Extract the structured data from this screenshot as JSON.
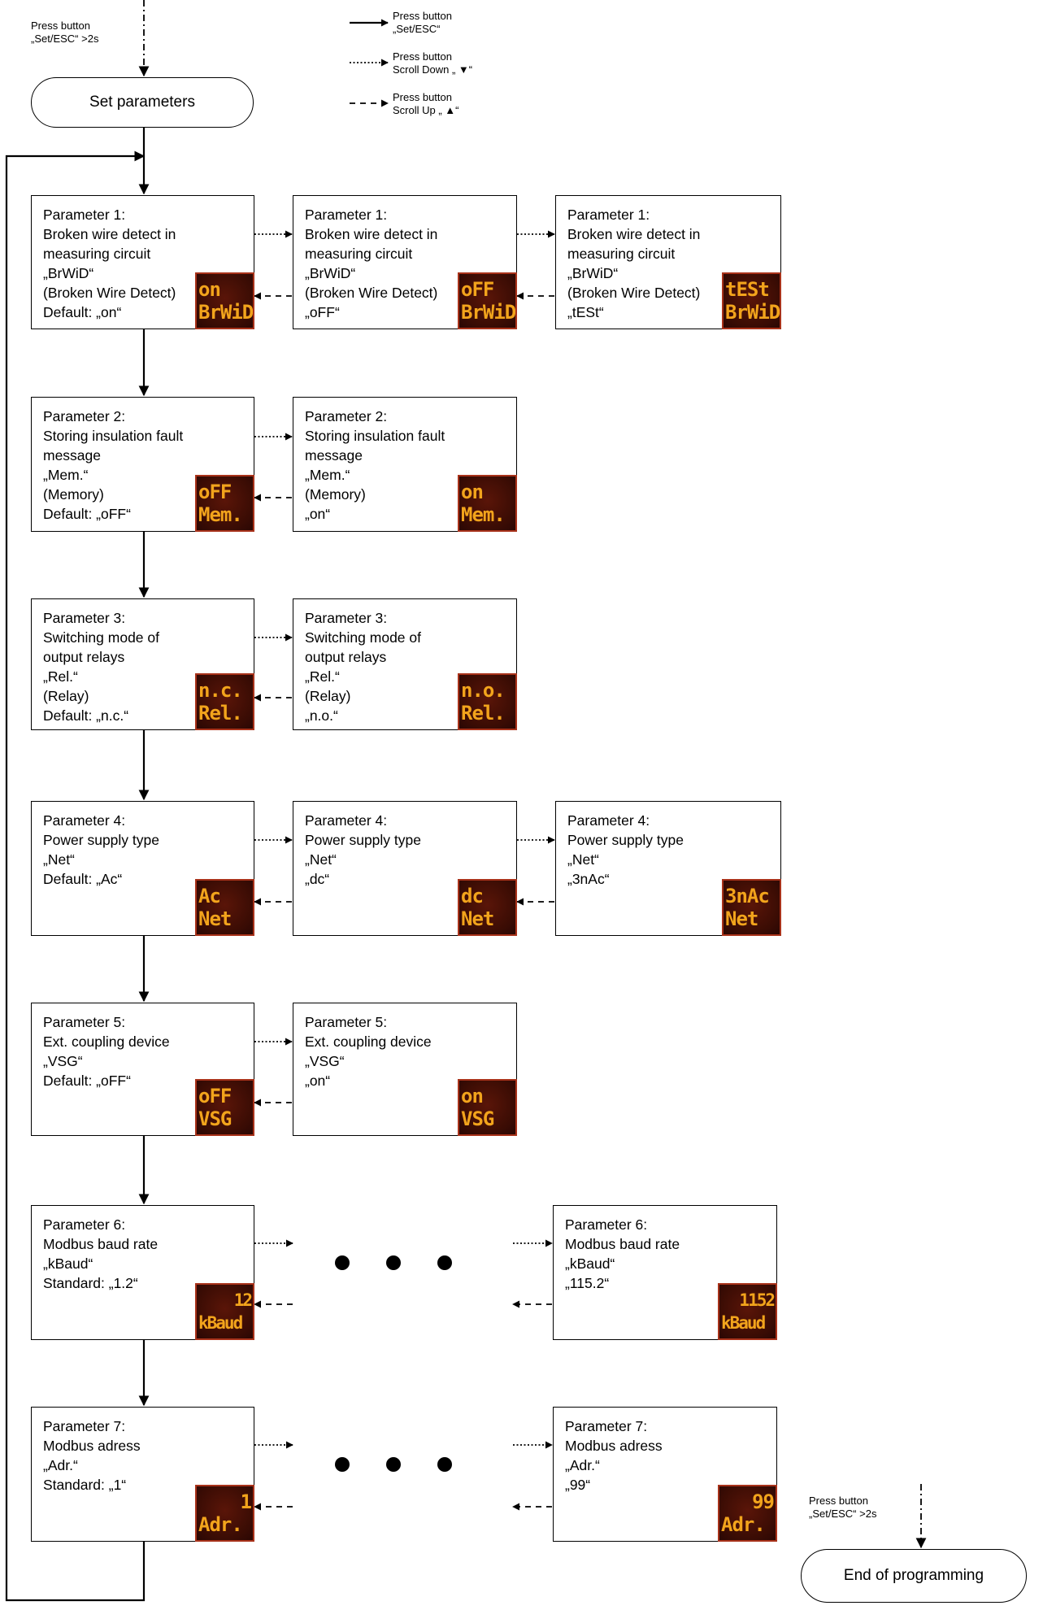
{
  "start": {
    "note": [
      "Press button",
      "„Set/ESC“ >2s"
    ],
    "pill": "Set parameters"
  },
  "legend": [
    {
      "label": [
        "Press button",
        "„Set/ESC“"
      ]
    },
    {
      "label": [
        "Press button",
        "Scroll Down „ ▼“"
      ]
    },
    {
      "label": [
        "Press button",
        "Scroll Up „ ▲“"
      ]
    }
  ],
  "params": [
    {
      "boxes": [
        {
          "lines": [
            "Parameter 1:",
            "Broken wire detect in",
            "measuring circuit",
            "„BrWiD“",
            "(Broken Wire Detect)",
            "Default: „on“"
          ],
          "lcd": [
            "on",
            "BrWiD"
          ]
        },
        {
          "lines": [
            "Parameter 1:",
            "Broken wire detect in",
            "measuring circuit",
            "„BrWiD“",
            "(Broken Wire Detect)",
            "„oFF“"
          ],
          "lcd": [
            "oFF",
            "BrWiD"
          ]
        },
        {
          "lines": [
            "Parameter 1:",
            "Broken wire detect in",
            "measuring circuit",
            "„BrWiD“",
            "(Broken Wire Detect)",
            "„tESt“"
          ],
          "lcd": [
            "tESt",
            "BrWiD"
          ]
        }
      ]
    },
    {
      "boxes": [
        {
          "lines": [
            "Parameter 2:",
            "Storing insulation fault",
            "message",
            "„Mem.“",
            "(Memory)",
            "Default:  „oFF“"
          ],
          "lcd": [
            "oFF",
            "Mem."
          ]
        },
        {
          "lines": [
            "Parameter 2:",
            "Storing insulation fault",
            "message",
            "„Mem.“",
            "(Memory)",
            "„on“"
          ],
          "lcd": [
            "on",
            "Mem."
          ]
        }
      ]
    },
    {
      "boxes": [
        {
          "lines": [
            "Parameter 3:",
            "Switching mode of",
            "output relays",
            "„Rel.“",
            "(Relay)",
            "Default:  „n.c.“"
          ],
          "lcd": [
            "n.c.",
            "Rel."
          ]
        },
        {
          "lines": [
            "Parameter 3:",
            "Switching mode of",
            "output relays",
            "„Rel.“",
            "(Relay)",
            "„n.o.“"
          ],
          "lcd": [
            "n.o.",
            "Rel."
          ]
        }
      ]
    },
    {
      "boxes": [
        {
          "lines": [
            "Parameter 4:",
            "Power supply type",
            "„Net“",
            "Default: „Ac“"
          ],
          "lcd": [
            "Ac",
            "Net"
          ]
        },
        {
          "lines": [
            "Parameter 4:",
            "Power supply type",
            "„Net“",
            "„dc“"
          ],
          "lcd": [
            "dc",
            "Net"
          ]
        },
        {
          "lines": [
            "Parameter 4:",
            "Power supply type",
            "„Net“",
            "„3nAc“"
          ],
          "lcd": [
            "3nAc",
            "Net"
          ]
        }
      ]
    },
    {
      "boxes": [
        {
          "lines": [
            "Parameter 5:",
            "Ext. coupling device",
            "„VSG“",
            "Default: „oFF“"
          ],
          "lcd": [
            "oFF",
            "VSG"
          ]
        },
        {
          "lines": [
            "Parameter 5:",
            "Ext. coupling device",
            "„VSG“",
            "„on“"
          ],
          "lcd": [
            "on",
            "VSG"
          ]
        }
      ]
    },
    {
      "boxes": [
        {
          "lines": [
            "Parameter 6:",
            "Modbus baud rate",
            "„kBaud“",
            "Standard: „1.2“"
          ],
          "lcd": [
            "12",
            "kBaud"
          ]
        },
        {
          "lines": [
            "Parameter 6:",
            "Modbus baud rate",
            "„kBaud“",
            "„115.2“"
          ],
          "lcd": [
            "1152",
            "kBaud"
          ]
        }
      ]
    },
    {
      "boxes": [
        {
          "lines": [
            "Parameter 7:",
            "Modbus adress",
            "„Adr.“",
            "Standard: „1“"
          ],
          "lcd": [
            "1",
            "Adr."
          ]
        },
        {
          "lines": [
            "Parameter 7:",
            "Modbus adress",
            "„Adr.“",
            "„99“"
          ],
          "lcd": [
            "99",
            "Adr."
          ]
        }
      ]
    }
  ],
  "end": {
    "note": [
      "Press button",
      "„Set/ESC“ >2s"
    ],
    "pill": "End of programming"
  }
}
